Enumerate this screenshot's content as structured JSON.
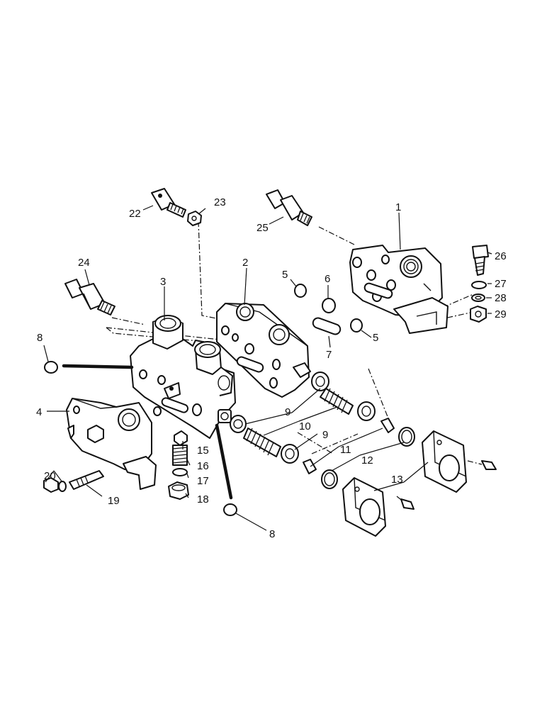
{
  "callouts": {
    "c1": "1",
    "c2": "2",
    "c3": "3",
    "c4": "4",
    "c5a": "5",
    "c5b": "5",
    "c6": "6",
    "c7": "7",
    "c8a": "8",
    "c8b": "8",
    "c9a": "9",
    "c9b": "9",
    "c10": "10",
    "c11": "11",
    "c12": "12",
    "c13": "13",
    "c15": "15",
    "c16": "16",
    "c17": "17",
    "c18": "18",
    "c19": "19",
    "c20": "20",
    "c22": "22",
    "c23": "23",
    "c24": "24",
    "c25": "25",
    "c26": "26",
    "c27": "27",
    "c28": "28",
    "c29": "29"
  }
}
